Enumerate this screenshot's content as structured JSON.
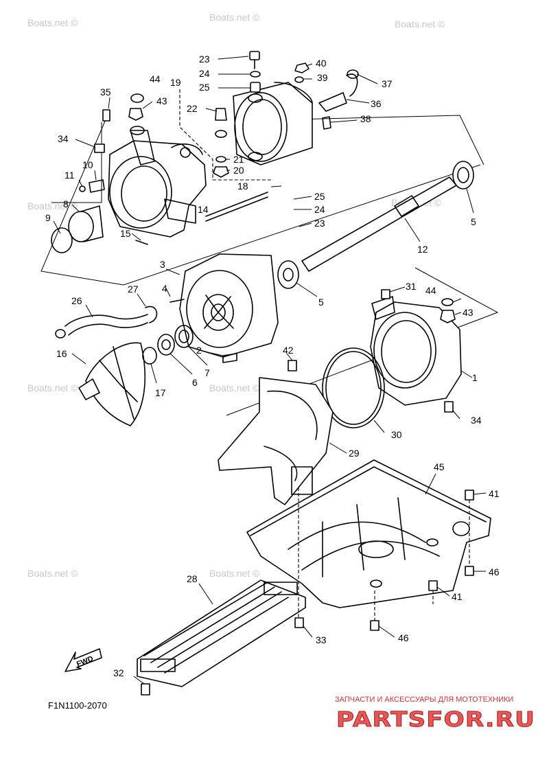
{
  "diagram_code": "F1N1100-2070",
  "watermark": "Boats.net ©",
  "fwd_label": "FWD",
  "brand": {
    "subtitle": "ЗАПЧАСТИ И АКСЕССУАРЫ ДЛЯ МОТОТЕХНИКИ",
    "name": "PARTSFOR.RU",
    "text_color": "#e45a5a"
  },
  "callouts": [
    "1",
    "2",
    "3",
    "4",
    "5",
    "5",
    "6",
    "7",
    "8",
    "9",
    "10",
    "11",
    "12",
    "14",
    "15",
    "16",
    "17",
    "18",
    "19",
    "20",
    "21",
    "22",
    "23",
    "23",
    "24",
    "24",
    "25",
    "25",
    "26",
    "27",
    "28",
    "29",
    "30",
    "31",
    "32",
    "33",
    "34",
    "34",
    "35",
    "36",
    "37",
    "38",
    "39",
    "40",
    "41",
    "41",
    "42",
    "43",
    "43",
    "44",
    "44",
    "45",
    "46",
    "46"
  ]
}
